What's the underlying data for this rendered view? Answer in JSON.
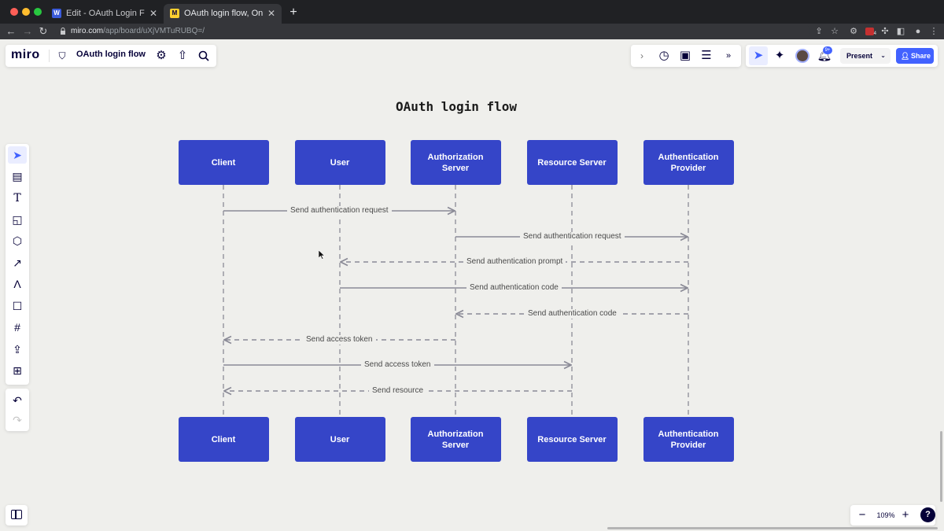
{
  "browser": {
    "tabs": [
      {
        "title": "Edit - OAuth Login Flow - WIP",
        "favicon": "W",
        "active": false
      },
      {
        "title": "OAuth login flow, Online Whiteboard",
        "favicon": "M",
        "active": true
      }
    ],
    "new_tab": "+",
    "close": "✕",
    "url_host": "miro.com",
    "url_path": "/app/board/uXjVMTuRUBQ=/",
    "badge": "4"
  },
  "miro": {
    "logo": "miro",
    "board_name": "OAuth login flow",
    "present_label": "Present",
    "share_label": "Share",
    "notification_badge": "9+",
    "zoom": "109%",
    "zoom_out": "−",
    "zoom_in": "+",
    "help": "?"
  },
  "diagram": {
    "title": "OAuth login flow",
    "participants": [
      "Client",
      "User",
      "Authorization Server",
      "Resource Server",
      "Authentication Provider"
    ],
    "messages": [
      {
        "label": "Send authentication request",
        "from": "Client",
        "to": "Authorization Server",
        "style": "solid"
      },
      {
        "label": "Send authentication request",
        "from": "Authorization Server",
        "to": "Authentication Provider",
        "style": "solid"
      },
      {
        "label": "Send authentication prompt",
        "from": "Authentication Provider",
        "to": "User",
        "style": "dashed"
      },
      {
        "label": "Send authentication code",
        "from": "User",
        "to": "Authentication Provider",
        "style": "solid"
      },
      {
        "label": "Send authentication code",
        "from": "Authentication Provider",
        "to": "Authorization Server",
        "style": "dashed"
      },
      {
        "label": "Send access token",
        "from": "Authorization Server",
        "to": "Client",
        "style": "dashed"
      },
      {
        "label": "Send access token",
        "from": "Client",
        "to": "Resource Server",
        "style": "solid"
      },
      {
        "label": "Send resource",
        "from": "Resource Server",
        "to": "Client",
        "style": "dashed"
      }
    ]
  },
  "colors": {
    "box": "#3545c8",
    "accent": "#4262ff",
    "line": "#8a8a96"
  }
}
